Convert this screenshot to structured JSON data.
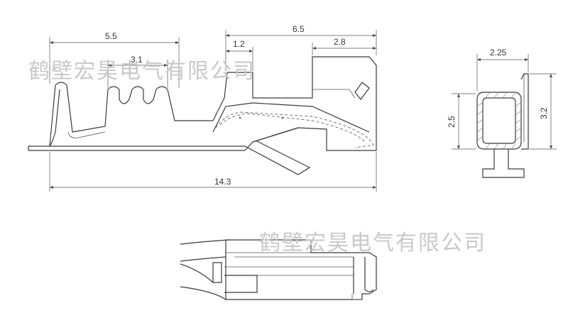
{
  "watermark": {
    "text": "鹤壁宏昊电气有限公司"
  },
  "dimensions": {
    "overall_length": "14.3",
    "crimp_length": "5.5",
    "serration_width": "3.1",
    "contact_length": "6.5",
    "step_width": "1.2",
    "tip_width": "2.8",
    "box_width": "2.25",
    "box_inner_height": "2.5",
    "box_outer_height": "3.2"
  }
}
